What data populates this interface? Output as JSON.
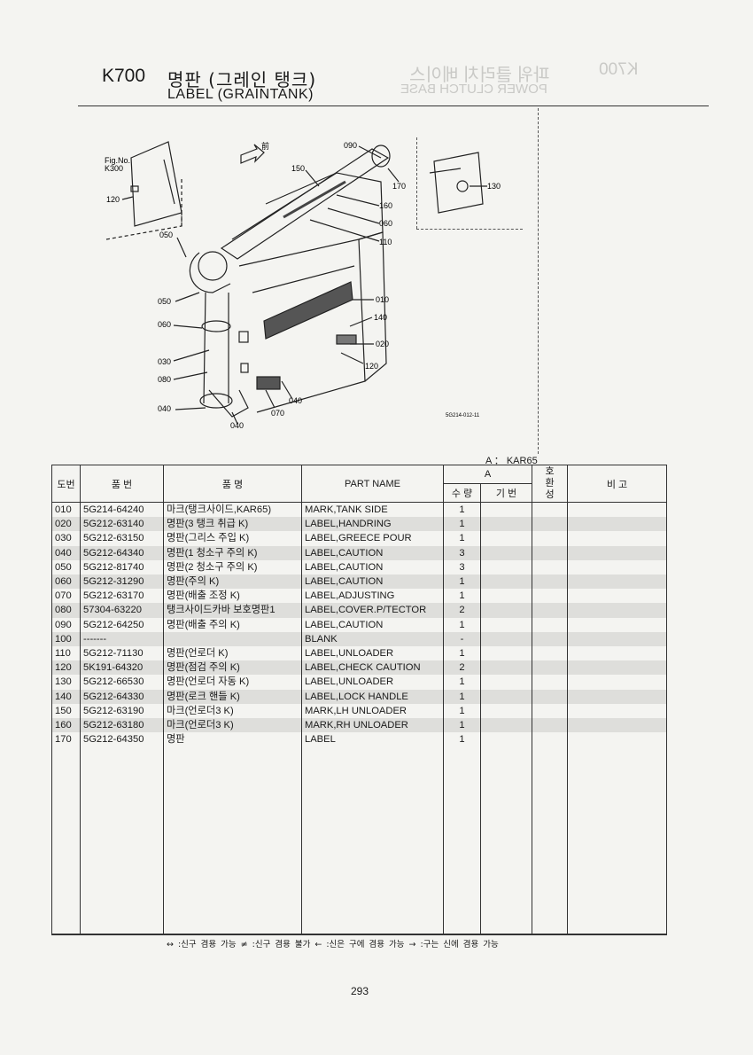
{
  "header": {
    "model": "K700",
    "title_ko": "명판 (그레인 탱크)",
    "title_en": "LABEL (GRAINTANK)",
    "ghost_title_ko": "파워 클러치 베이스",
    "ghost_title_en": "POWER CLUTCH BASE",
    "ghost_model": "K700"
  },
  "diagram": {
    "fig_label": "Fig.No.",
    "fig_ref": "K300",
    "front_label": "前",
    "drawing_code": "5G214-012-11",
    "callouts": {
      "c010": "010",
      "c020": "020",
      "c030": "030",
      "c040a": "040",
      "c040b": "040",
      "c040c": "040",
      "c050a": "050",
      "c050b": "050",
      "c060a": "060",
      "c060b": "060",
      "c070": "070",
      "c080": "080",
      "c090": "090",
      "c110": "110",
      "c120a": "120",
      "c120b": "120",
      "c130": "130",
      "c140": "140",
      "c150": "150",
      "c160": "160",
      "c170": "170"
    }
  },
  "model_note": "A ： KAR65",
  "table": {
    "headers": {
      "ref": "도번",
      "part_no": "품  번",
      "name_ko": "품    명",
      "name_en": "PART NAME",
      "group_a": "A",
      "qty": "수 량",
      "base": "기 번",
      "interchange": "호\n환\n성",
      "remarks": "비  고"
    },
    "rows": [
      {
        "ref": "010",
        "part_no": "5G214-64240",
        "name_ko": "마크(탱크사이드,KAR65)",
        "name_en": "MARK,TANK SIDE",
        "qty": "1"
      },
      {
        "ref": "020",
        "part_no": "5G212-63140",
        "name_ko": "명판(3 탱크 취급 K)",
        "name_en": "LABEL,HANDRING",
        "qty": "1"
      },
      {
        "ref": "030",
        "part_no": "5G212-63150",
        "name_ko": "명판(그리스 주입 K)",
        "name_en": "LABEL,GREECE POUR",
        "qty": "1"
      },
      {
        "ref": "040",
        "part_no": "5G212-64340",
        "name_ko": "명판(1 청소구 주의 K)",
        "name_en": "LABEL,CAUTION",
        "qty": "3"
      },
      {
        "ref": "050",
        "part_no": "5G212-81740",
        "name_ko": "명판(2 청소구 주의 K)",
        "name_en": "LABEL,CAUTION",
        "qty": "3"
      },
      {
        "ref": "060",
        "part_no": "5G212-31290",
        "name_ko": "명판(주의 K)",
        "name_en": "LABEL,CAUTION",
        "qty": "1"
      },
      {
        "ref": "070",
        "part_no": "5G212-63170",
        "name_ko": "명판(배출 조정 K)",
        "name_en": "LABEL,ADJUSTING",
        "qty": "1"
      },
      {
        "ref": "080",
        "part_no": "57304-63220",
        "name_ko": "탱크사이드카바 보호명판1",
        "name_en": "LABEL,COVER.P/TECTOR",
        "qty": "2"
      },
      {
        "ref": "090",
        "part_no": "5G212-64250",
        "name_ko": "명판(배출 주의 K)",
        "name_en": "LABEL,CAUTION",
        "qty": "1"
      },
      {
        "ref": "100",
        "part_no": "-------",
        "name_ko": "",
        "name_en": "BLANK",
        "qty": "-"
      },
      {
        "ref": "110",
        "part_no": "5G212-71130",
        "name_ko": "명판(언로더 K)",
        "name_en": "LABEL,UNLOADER",
        "qty": "1"
      },
      {
        "ref": "120",
        "part_no": "5K191-64320",
        "name_ko": "명판(점검 주의 K)",
        "name_en": "LABEL,CHECK CAUTION",
        "qty": "2"
      },
      {
        "ref": "130",
        "part_no": "5G212-66530",
        "name_ko": "명판(언로더 자동 K)",
        "name_en": "LABEL,UNLOADER",
        "qty": "1"
      },
      {
        "ref": "140",
        "part_no": "5G212-64330",
        "name_ko": "명판(로크 핸들 K)",
        "name_en": "LABEL,LOCK HANDLE",
        "qty": "1"
      },
      {
        "ref": "150",
        "part_no": "5G212-63190",
        "name_ko": "마크(언로더3 K)",
        "name_en": "MARK,LH UNLOADER",
        "qty": "1"
      },
      {
        "ref": "160",
        "part_no": "5G212-63180",
        "name_ko": "마크(언로더3 K)",
        "name_en": "MARK,RH UNLOADER",
        "qty": "1"
      },
      {
        "ref": "170",
        "part_no": "5G212-64350",
        "name_ko": "명판",
        "name_en": "LABEL",
        "qty": "1"
      }
    ]
  },
  "legend": "↔ :신구 겸용 가능    ≠ :신구 겸용 불가    ← :신은 구에 겸용 가능    → :구는 신에 겸용 가능",
  "page_number": "293"
}
